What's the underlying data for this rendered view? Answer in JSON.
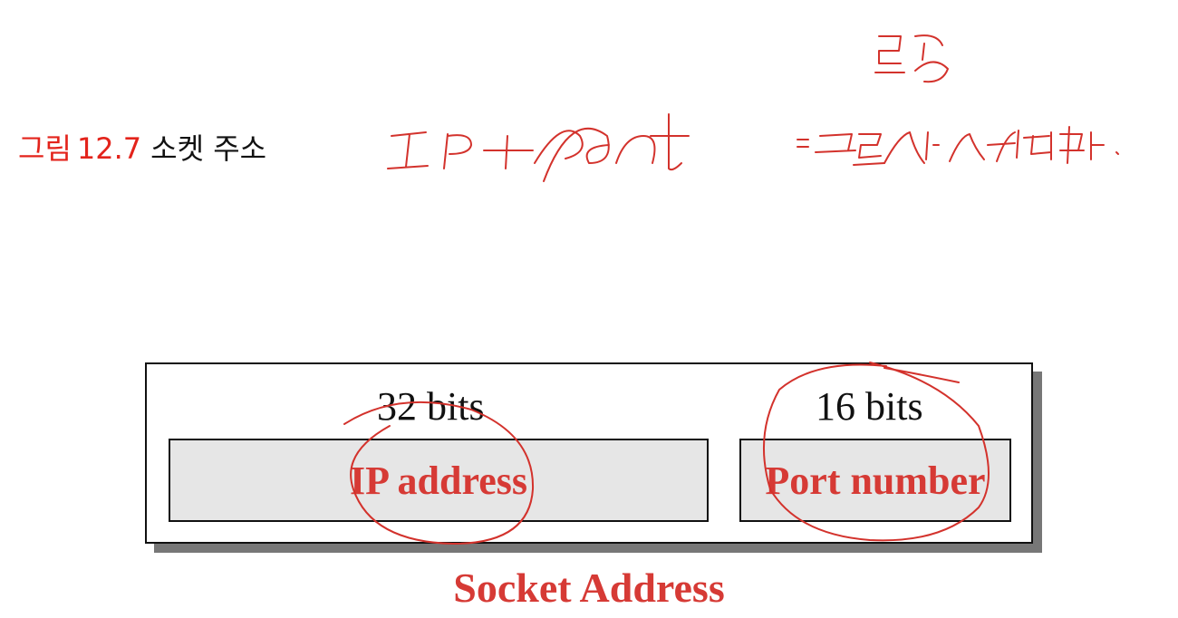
{
  "figure": {
    "prefix": "그림",
    "number": "12.7",
    "caption": "소켓 주소"
  },
  "annotation": {
    "handwritten_text": "IP+port = 프로세스 식별자 (특정)",
    "ink_color": "#d3322c"
  },
  "socket_address": {
    "title": "Socket Address",
    "ip_field": {
      "bits": "32 bits",
      "label": "IP address"
    },
    "port_field": {
      "bits": "16 bits",
      "label": "Port number"
    }
  },
  "colors": {
    "accent_red": "#e3231b",
    "label_red": "#d63a35",
    "field_fill": "#e6e6e6",
    "shadow": "#777777"
  }
}
